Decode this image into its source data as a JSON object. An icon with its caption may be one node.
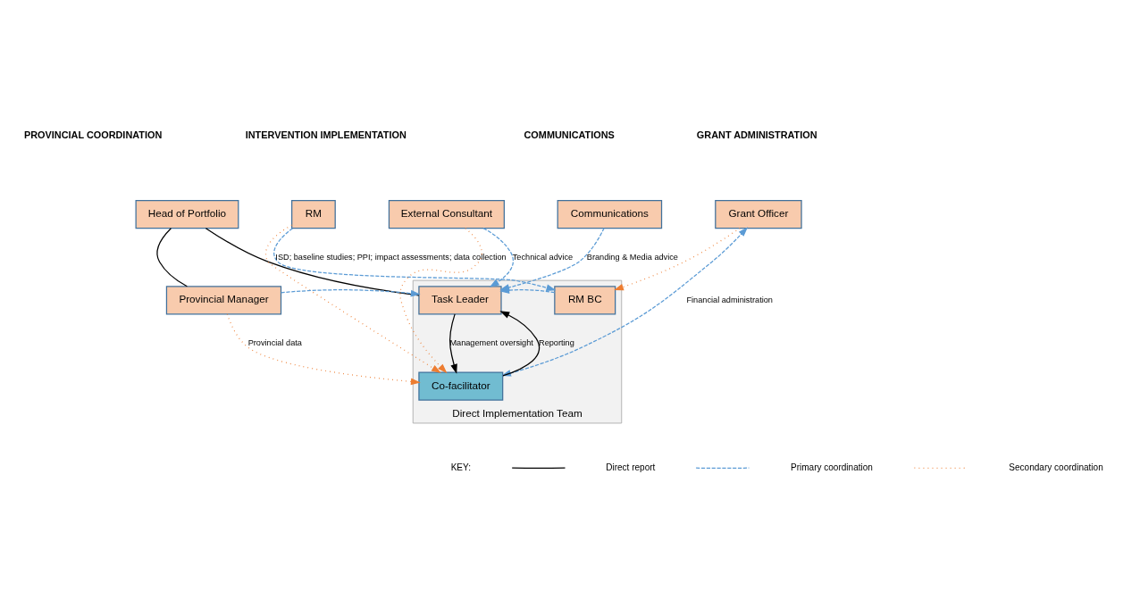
{
  "diagram": {
    "nodes": [
      {
        "text": [
          "Head of Portfolio"
        ]
      },
      {
        "text": [
          "RM"
        ]
      },
      {
        "text": [
          "External Consultant"
        ]
      },
      {
        "text": [
          "Communications"
        ]
      },
      {
        "text": [
          "Grant Officer"
        ]
      },
      {
        "text": [
          "Provincial Manager"
        ]
      },
      {
        "text": [
          "Direct Implementation Team"
        ]
      },
      {
        "text": [
          "Task Leader"
        ],
        "in": 6
      },
      {
        "text": [
          "RM BC"
        ],
        "in": 6
      },
      {
        "text": [
          "Co-facilitator"
        ],
        "in": 6
      }
    ],
    "edges": [
      {
        "from": 0,
        "to": 5,
        "arrow": "none",
        "color": "#000000"
      },
      {
        "from": 0,
        "to": 7,
        "arrow": "none",
        "color": "#000000"
      },
      {
        "from": 5,
        "to": 7,
        "arrow": "to",
        "style": "dashed",
        "color": "#5b9bd5"
      },
      {
        "from": 7,
        "to": 9,
        "arrow": "to",
        "label": "Management oversight",
        "color": "#000000"
      },
      {
        "from": 9,
        "to": 7,
        "arrow": "to",
        "label": "Reporting",
        "color": "#000000"
      },
      {
        "from": 5,
        "to": 9,
        "arrow": "to",
        "label": "Provincial data",
        "style": "dashed",
        "color": "#ed7d31"
      },
      {
        "from": 1,
        "to": 8,
        "arrow": "to",
        "label": "ISD; baseline studies; PPI; impact assessments; data collection",
        "style": "dashed",
        "color": "#5b9bd5"
      },
      {
        "from": 8,
        "to": 7,
        "arrow": "to",
        "style": "dashed",
        "color": "#5b9bd5"
      },
      {
        "from": 3,
        "to": 7,
        "arrow": "to",
        "label": "Branding & Media advice",
        "style": "dashed",
        "color": "#5b9bd5"
      },
      {
        "from": 2,
        "to": 7,
        "arrow": "to",
        "label": "Technical advice",
        "style": "dashed",
        "color": "#5b9bd5"
      },
      {
        "from": 1,
        "to": 9,
        "arrow": "to",
        "style": "dashed",
        "color": "#ed7d31"
      },
      {
        "from": 2,
        "to": 9,
        "arrow": "to",
        "style": "dashed",
        "color": "#ed7d31"
      },
      {
        "from": 4,
        "to": 8,
        "arrow": "to",
        "style": "dashed",
        "color": "#ed7d31"
      },
      {
        "from": 9,
        "to": 4,
        "arrow": "both",
        "label": "Financial administration",
        "style": "dashed",
        "color": "#5b9bd5"
      }
    ],
    "labels": [
      "PROVINCIAL COORDINATION",
      "INTERVENTION IMPLEMENTATION",
      "COMMUNICATIONS",
      "GRANT ADMINISTRATION",
      "KEY:"
    ],
    "legend": [
      {
        "text": "Direct report"
      },
      {
        "text": "Primary coordination"
      },
      {
        "text": "Secondary coordination"
      }
    ]
  }
}
